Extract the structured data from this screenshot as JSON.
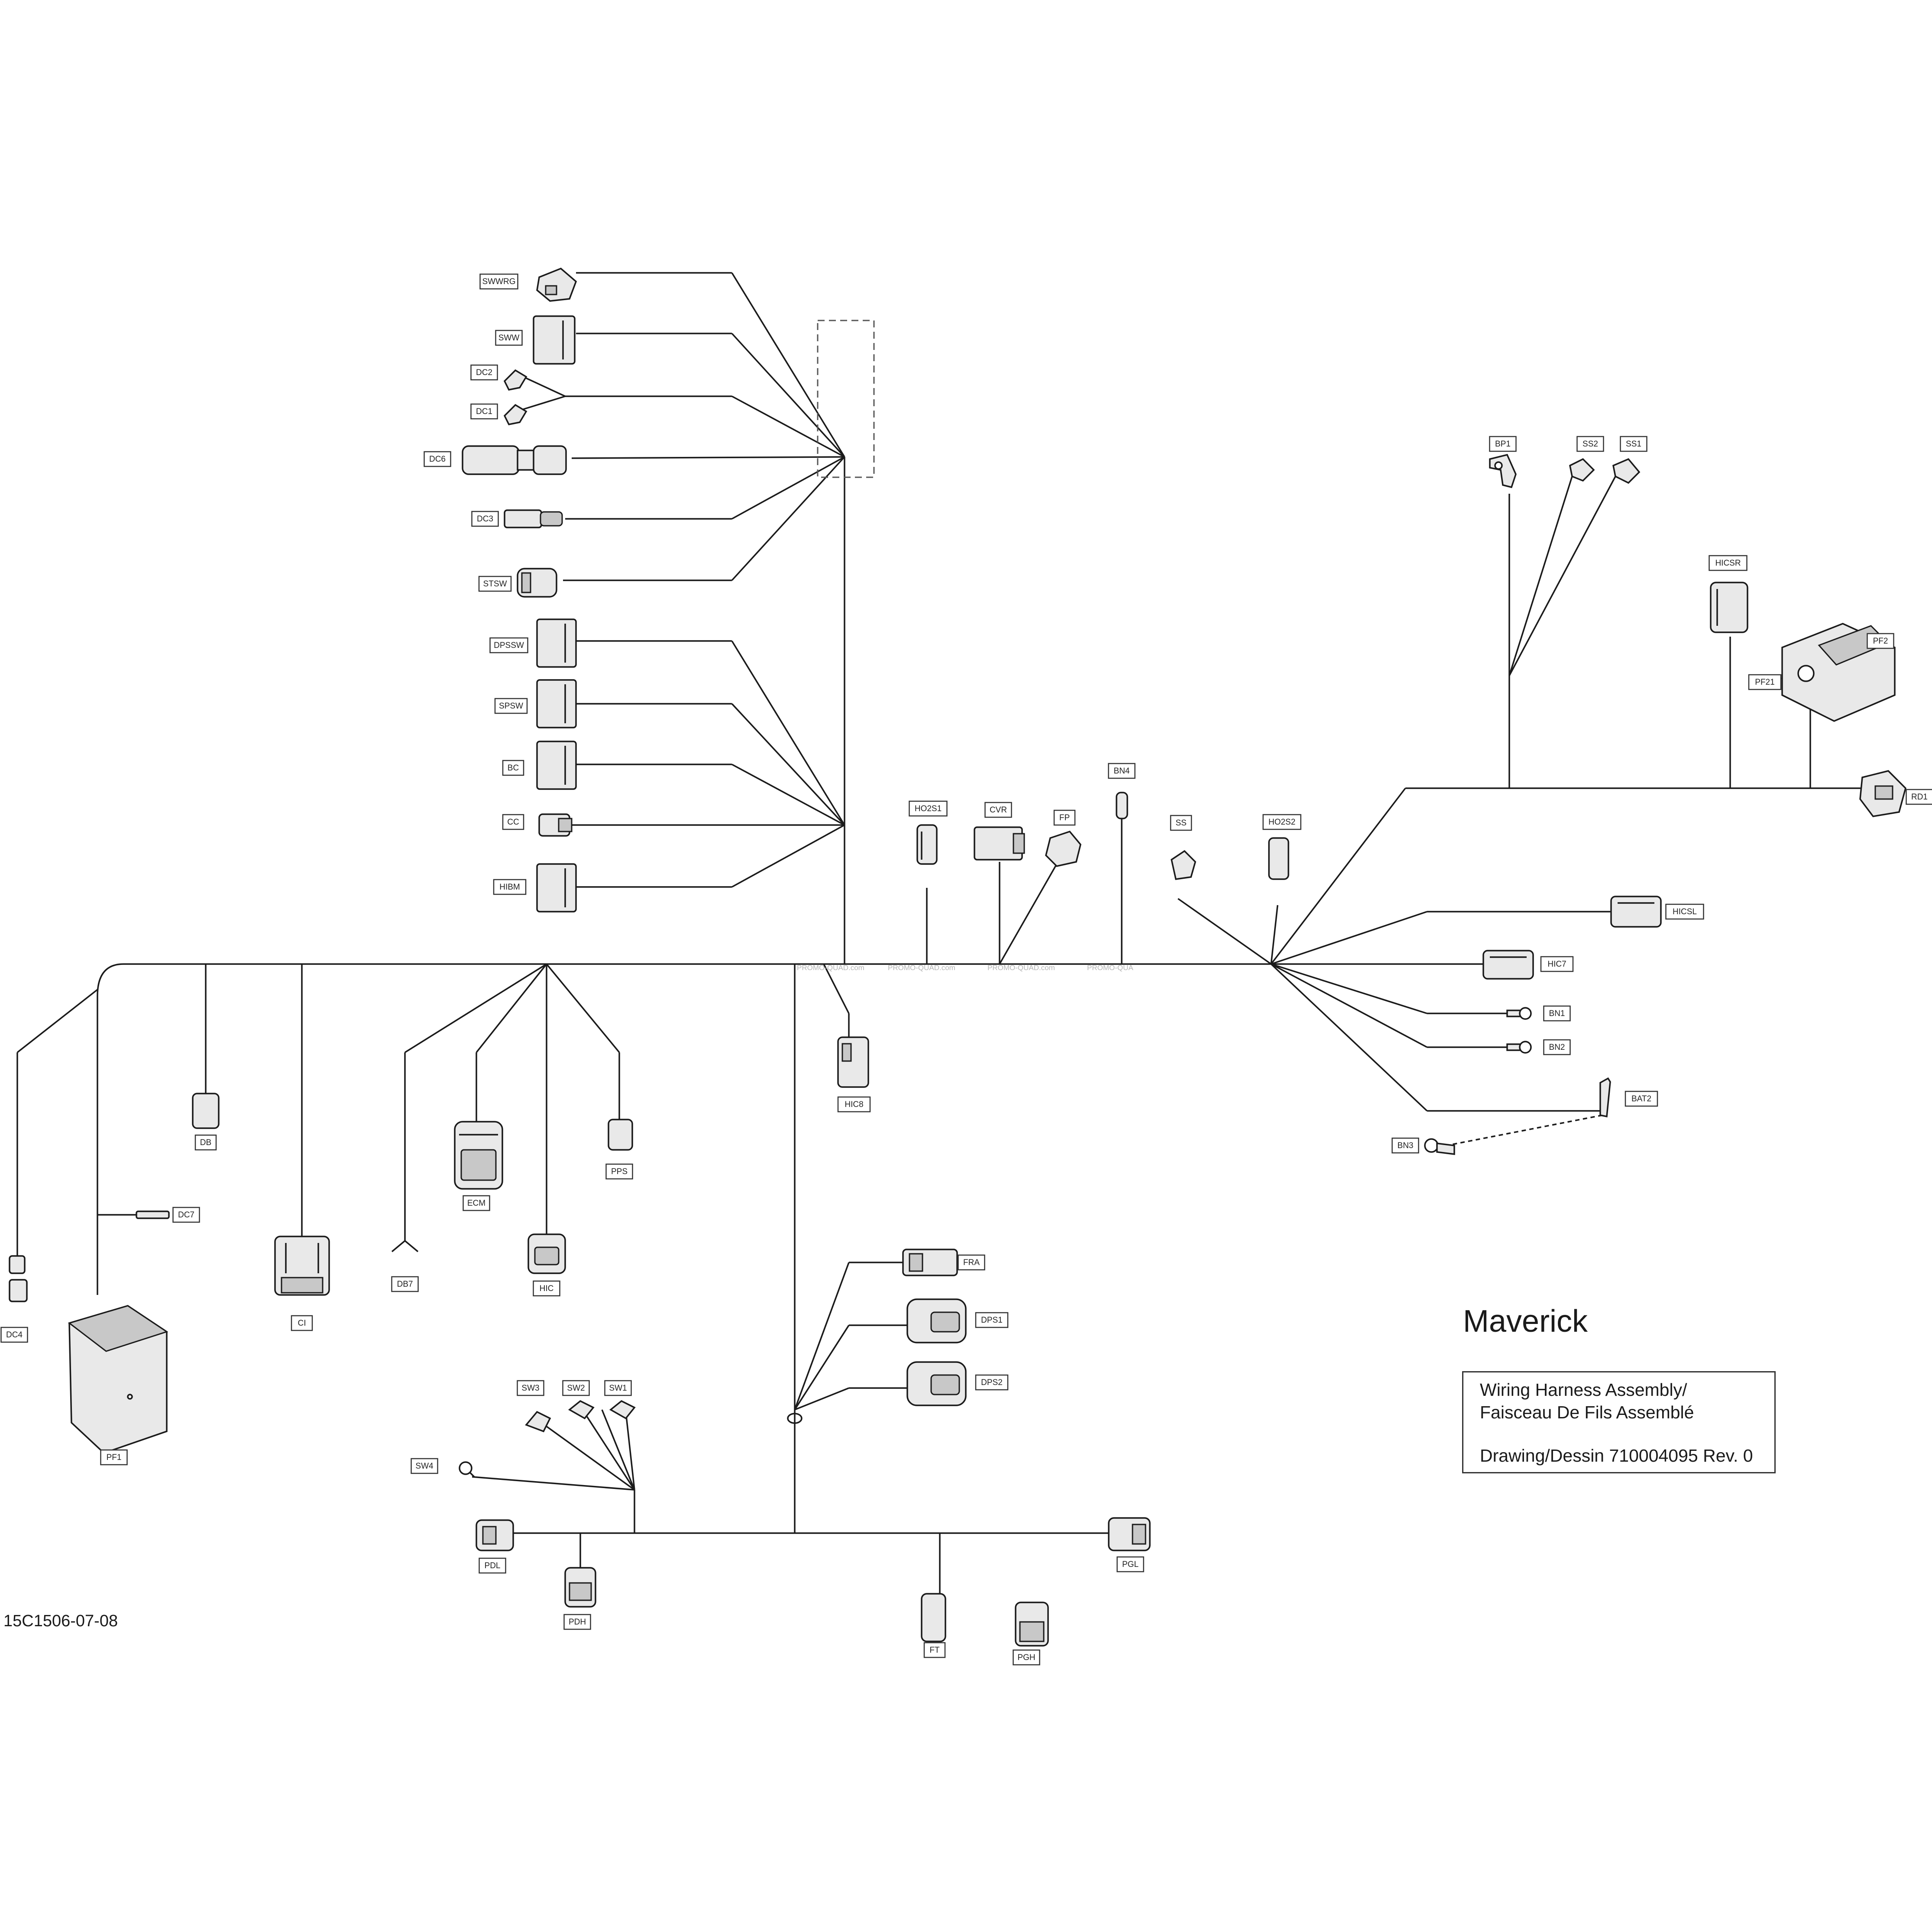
{
  "title": "Maverick",
  "title_block": {
    "line1": "Wiring Harness Assembly/",
    "line2": "Faisceau De Fils Assemblé",
    "drawing": "Drawing/Dessin 710004095 Rev. 0"
  },
  "drawing_code": "15C1506-07-08",
  "watermark": "PROMO-QUAD.com",
  "connectors": {
    "SWWRG": "SWWRG",
    "SWW": "SWW",
    "DC2": "DC2",
    "DC1": "DC1",
    "DC6": "DC6",
    "DC3": "DC3",
    "STSW": "STSW",
    "DPSSW": "DPSSW",
    "SPSW": "SPSW",
    "BC": "BC",
    "CC": "CC",
    "HIBM": "HIBM",
    "HO2S1": "HO2S1",
    "CVR": "CVR",
    "FP": "FP",
    "BN4": "BN4",
    "SS": "SS",
    "HO2S2": "HO2S2",
    "BP1": "BP1",
    "SS2": "SS2",
    "SS1": "SS1",
    "HICSR": "HICSR",
    "PF2": "PF2",
    "PF21": "PF21",
    "RD1": "RD1",
    "HICSL": "HICSL",
    "HIC7": "HIC7",
    "BN1": "BN1",
    "BN2": "BN2",
    "BAT2": "BAT2",
    "BN3": "BN3",
    "DB": "DB",
    "ECM": "ECM",
    "PPS": "PPS",
    "HIC8": "HIC8",
    "DC7": "DC7",
    "DC4": "DC4",
    "CI": "CI",
    "DB7": "DB7",
    "HIC": "HIC",
    "PF1": "PF1",
    "FRA": "FRA",
    "DPS1": "DPS1",
    "DPS2": "DPS2",
    "SW3": "SW3",
    "SW2": "SW2",
    "SW1": "SW1",
    "SW4": "SW4",
    "PDL": "PDL",
    "PDH": "PDH",
    "FT": "FT",
    "PGH": "PGH",
    "PGL": "PGL"
  }
}
